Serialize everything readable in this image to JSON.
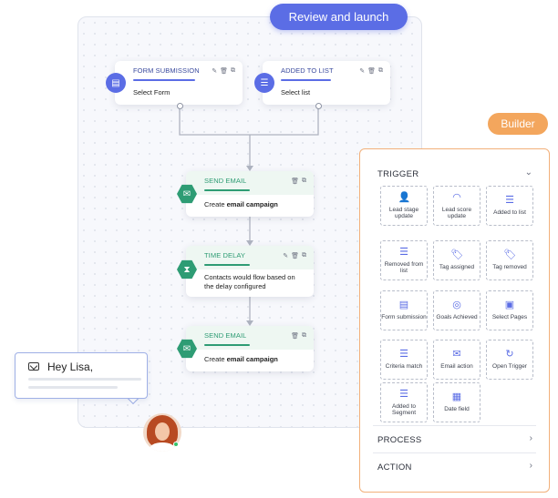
{
  "header": {
    "review_button": "Review and launch",
    "builder_badge": "Builder"
  },
  "nodes": {
    "form_submission": {
      "title": "FORM SUBMISSION",
      "body": "Select Form",
      "icon": "document-icon"
    },
    "added_to_list": {
      "title": "ADDED TO LIST",
      "body": "Select list",
      "icon": "list-icon"
    },
    "send_email_1": {
      "title": "SEND EMAIL",
      "body_prefix": "Create ",
      "body_bold": "email campaign",
      "icon": "mail-icon"
    },
    "time_delay": {
      "title": "TIME DELAY",
      "body": "Contacts would flow based on the delay configured",
      "icon": "hourglass-icon"
    },
    "send_email_2": {
      "title": "SEND EMAIL",
      "body_prefix": "Create ",
      "body_bold": "email campaign",
      "icon": "mail-icon"
    }
  },
  "chat": {
    "greeting": "Hey Lisa,"
  },
  "panel": {
    "trigger": {
      "title": "TRIGGER",
      "items": [
        {
          "label": "Lead stage update",
          "icon": "user-icon"
        },
        {
          "label": "Lead score update",
          "icon": "gauge-icon"
        },
        {
          "label": "Added to list",
          "icon": "list-add-icon"
        },
        {
          "label": "Removed from list",
          "icon": "list-remove-icon"
        },
        {
          "label": "Tag assigned",
          "icon": "tag-icon"
        },
        {
          "label": "Tag removed",
          "icon": "tag-remove-icon"
        },
        {
          "label": "Form submission",
          "icon": "form-icon"
        },
        {
          "label": "Goals Achieved",
          "icon": "target-icon"
        },
        {
          "label": "Select Pages",
          "icon": "page-icon"
        },
        {
          "label": "Criteria match",
          "icon": "criteria-icon"
        },
        {
          "label": "Email action",
          "icon": "email-icon"
        },
        {
          "label": "Open Trigger",
          "icon": "refresh-icon"
        },
        {
          "label": "Added to Segment",
          "icon": "segment-icon"
        },
        {
          "label": "Date field",
          "icon": "calendar-icon"
        }
      ]
    },
    "process": {
      "title": "PROCESS"
    },
    "action": {
      "title": "ACTION"
    }
  },
  "colors": {
    "accent_blue": "#5b6de5",
    "accent_green": "#2e9c74",
    "builder_orange": "#f3a65d"
  }
}
